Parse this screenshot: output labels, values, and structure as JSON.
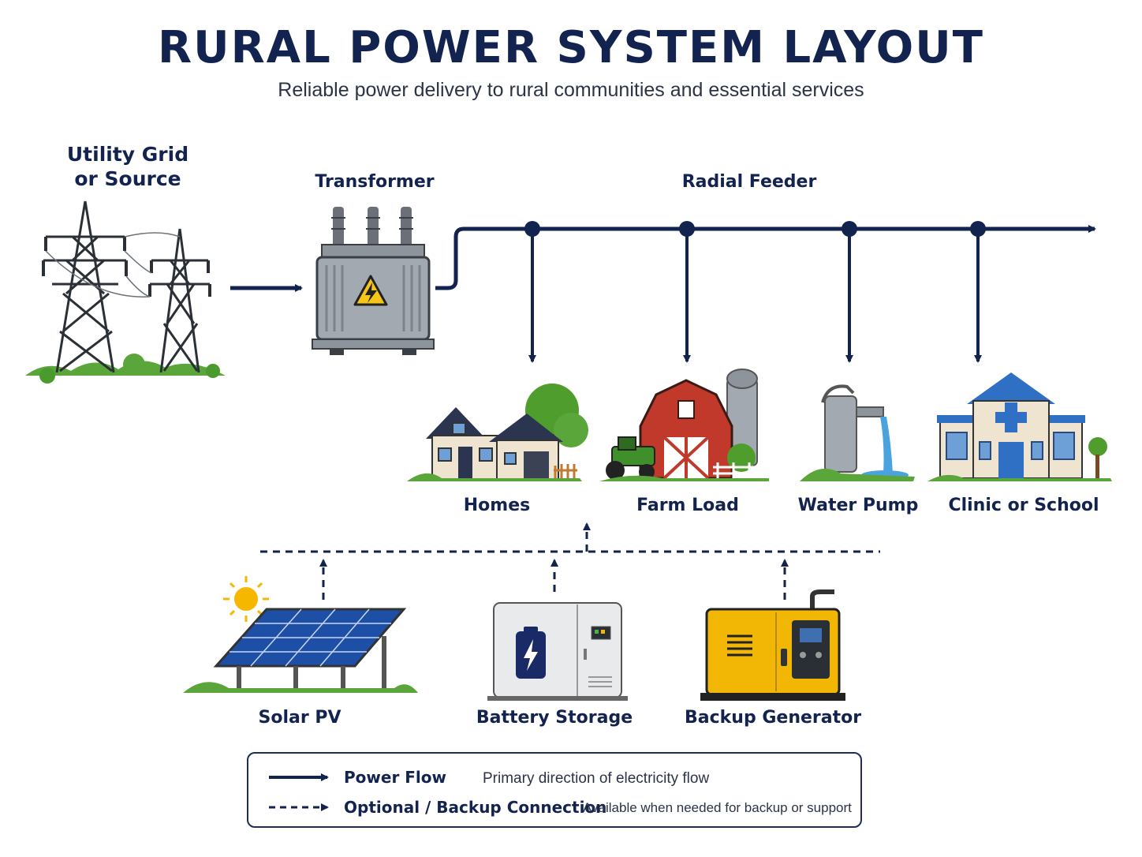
{
  "header": {
    "title": "RURAL POWER SYSTEM LAYOUT",
    "subtitle": "Reliable power delivery to rural communities and essential services"
  },
  "source": {
    "label_line1": "Utility Grid",
    "label_line2": "or Source"
  },
  "transformer": {
    "label": "Transformer"
  },
  "feeder": {
    "label": "Radial Feeder"
  },
  "loads": [
    {
      "label": "Homes"
    },
    {
      "label": "Farm Load"
    },
    {
      "label": "Water Pump"
    },
    {
      "label": "Clinic or School"
    }
  ],
  "backup_sources": [
    {
      "label": "Solar PV"
    },
    {
      "label": "Battery Storage"
    },
    {
      "label": "Backup Generator"
    }
  ],
  "legend": {
    "items": [
      {
        "title": "Power Flow",
        "description": "Primary direction of electricity flow",
        "line_style": "solid"
      },
      {
        "title": "Optional / Backup Connection",
        "description": "Available when needed for backup or support",
        "line_style": "dashed"
      }
    ]
  },
  "colors": {
    "line": "#13234f",
    "grass": "#5aa63a",
    "transformer": "#9aa0a6",
    "barn": "#c0392b",
    "solar_panel": "#1e4fa6",
    "generator": "#f2b705",
    "battery_icon": "#1a2a66",
    "sun": "#f5b700"
  }
}
